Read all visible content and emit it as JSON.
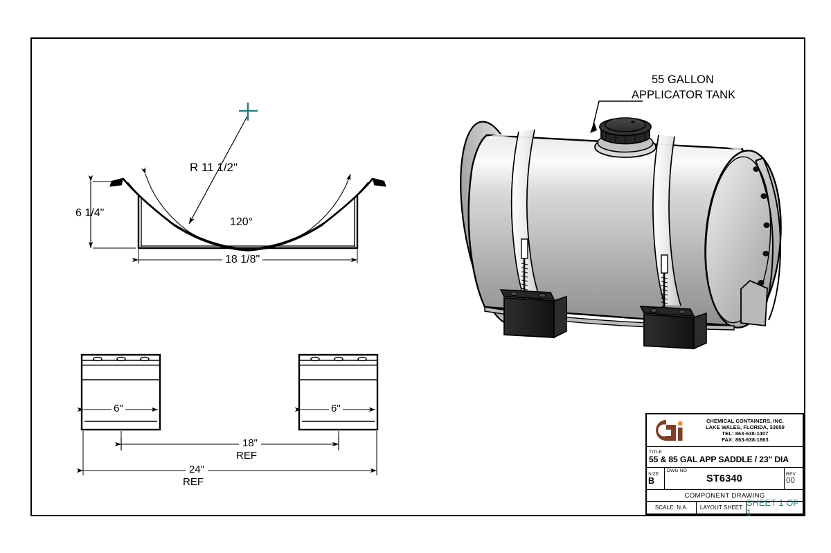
{
  "drawing": {
    "frame": "drawing-border"
  },
  "tank_callout": {
    "line1": "55 GALLON",
    "line2": "APPLICATOR TANK"
  },
  "saddle_section": {
    "radius": "R 11 1/2\"",
    "angle": "120°",
    "height": "6 1/4\"",
    "width": "18 1/8\""
  },
  "bottom_view": {
    "foot_left_width": "6\"",
    "foot_right_width": "6\"",
    "inner_span_value": "18\"",
    "inner_span_ref": "REF",
    "outer_span_value": "24\"",
    "outer_span_ref": "REF"
  },
  "title_block": {
    "company": {
      "name": "CHEMICAL CONTAINERS, INC.",
      "city": "LAKE WALES, FLORIDA, 33859",
      "tel": "TEL: 863-638-1407",
      "fax": "FAX: 863-638-1863",
      "logo": "cci-logo"
    },
    "title_label": "TITLE",
    "title_value": "55 & 85 GAL APP SADDLE / 23\" DIA",
    "size_label": "SIZE",
    "size_value": "B",
    "dwg_label": "DWG NO",
    "dwg_value": "ST6340",
    "rev_label": "REV",
    "rev_value": "00",
    "component": "COMPONENT DRAWING",
    "scale": "SCALE: N.A.",
    "layout": "LAYOUT SHEET",
    "sheet": "SHEET 1 OF 1"
  },
  "colors": {
    "ink": "#000000",
    "teal": "#2b7f7f",
    "logo_brown": "#7d3f26",
    "logo_dot": "#e8903a",
    "tank_light": "#f2f2f2",
    "tank_mid": "#bdbdbd",
    "tank_dark": "#8a8a8a",
    "foot_black": "#1a1a1a"
  }
}
